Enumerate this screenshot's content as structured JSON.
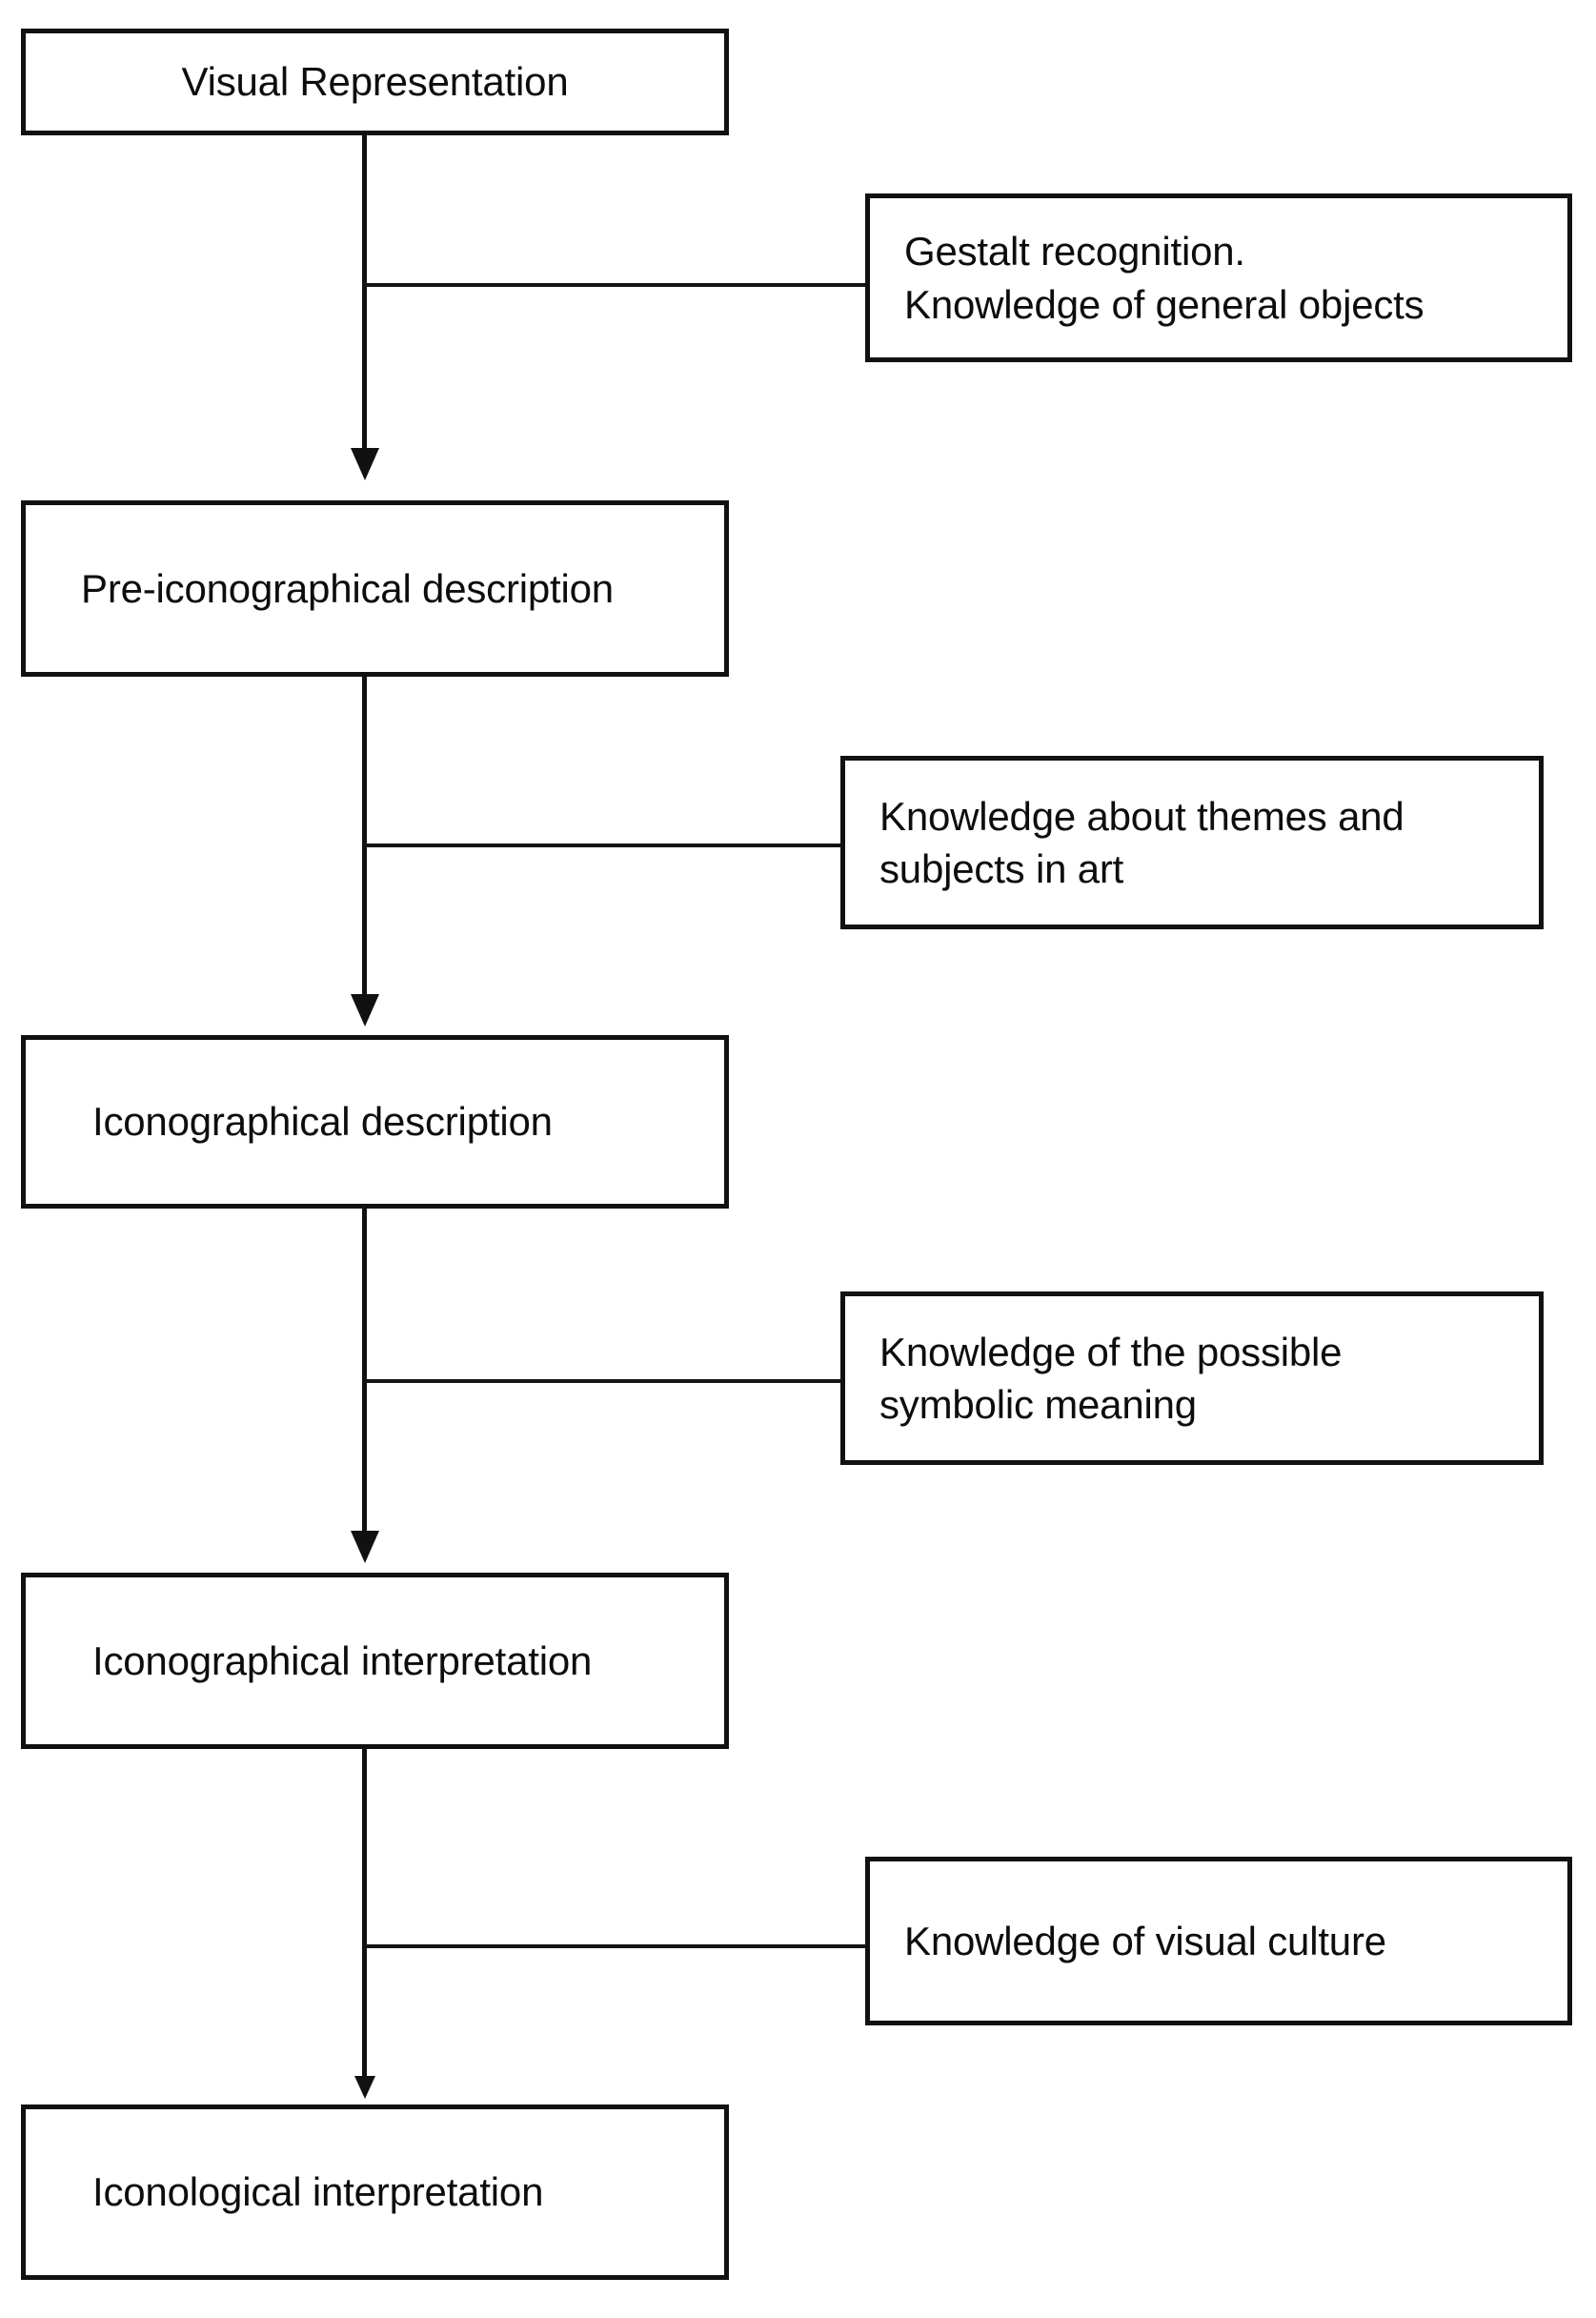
{
  "diagram": {
    "title": "Panofsky iconographical analysis flowchart",
    "background_color": "#ffffff",
    "line_color": "#111111",
    "text_color": "#0d0d0d"
  },
  "process_steps": [
    {
      "id": "visual-representation",
      "label": "Visual Representation"
    },
    {
      "id": "pre-iconographical-description",
      "label": "Pre-iconographical description"
    },
    {
      "id": "iconographical-description",
      "label": "Iconographical description"
    },
    {
      "id": "iconographical-interpretation",
      "label": "Iconographical interpretation"
    },
    {
      "id": "iconological-interpretation",
      "label": "Iconological interpretation"
    }
  ],
  "knowledge_notes": [
    {
      "id": "gestalt-recognition",
      "label": "Gestalt recognition.\nKnowledge of general objects"
    },
    {
      "id": "themes-and-subjects",
      "label": "Knowledge about themes and\nsubjects in art"
    },
    {
      "id": "symbolic-meaning",
      "label": "Knowledge of the possible\nsymbolic meaning"
    },
    {
      "id": "visual-culture",
      "label": "Knowledge of visual culture"
    }
  ]
}
